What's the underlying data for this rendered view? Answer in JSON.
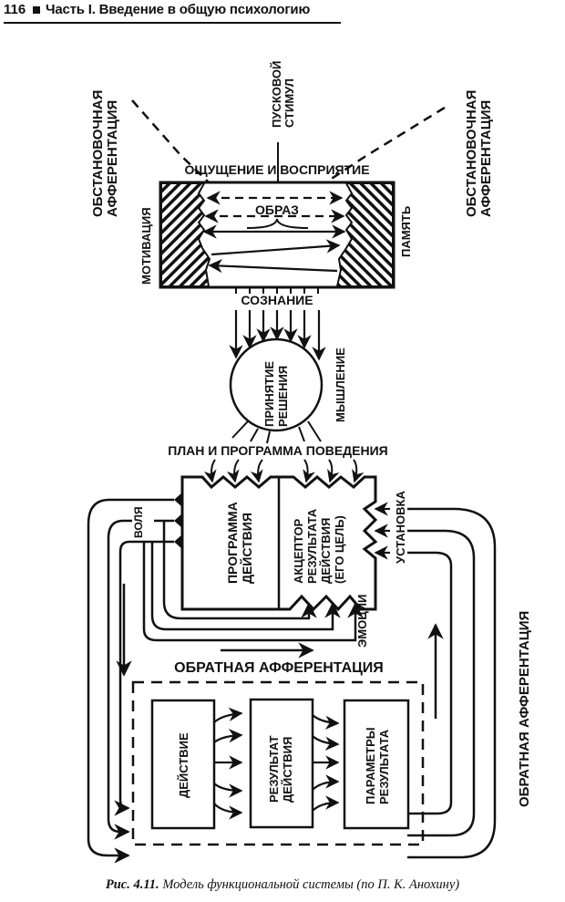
{
  "header": {
    "page_number": "116",
    "title": "Часть I. Введение в общую психологию"
  },
  "diagram": {
    "labels": {
      "situational_afferentation_left": [
        "ОБСТАНОВОЧНАЯ",
        "АФФЕРЕНТАЦИЯ"
      ],
      "situational_afferentation_right": [
        "ОБСТАНОВОЧНАЯ",
        "АФФЕРЕНТАЦИЯ"
      ],
      "trigger_stimulus": [
        "ПУСКОВОЙ",
        "СТИМУЛ"
      ],
      "sensation_perception": "ОЩУЩЕНИЕ И ВОСПРИЯТИЕ",
      "image": "ОБРАЗ",
      "motivation": "МОТИВАЦИЯ",
      "memory": "ПАМЯТЬ",
      "consciousness": "СОЗНАНИЕ",
      "decision_making": [
        "ПРИНЯТИЕ",
        "РЕШЕНИЯ"
      ],
      "thinking": "МЫШЛЕНИЕ",
      "plan_program": "ПЛАН И ПРОГРАММА ПОВЕДЕНИЯ",
      "action_program": [
        "ПРОГРАММА",
        "ДЕЙСТВИЯ"
      ],
      "result_acceptor": [
        "АКЦЕПТОР",
        "РЕЗУЛЬТАТА",
        "ДЕЙСТВИЯ",
        "(ЕГО ЦЕЛЬ)"
      ],
      "will": "ВОЛЯ",
      "set": "УСТАНОВКА",
      "emotions": "ЭМОЦИИ",
      "feedback_afferentation_h": "ОБРАТНАЯ АФФЕРЕНТАЦИЯ",
      "feedback_afferentation_v": "ОБРАТНАЯ АФФЕРЕНТАЦИЯ",
      "action": "ДЕЙСТВИЕ",
      "action_result": [
        "РЕЗУЛЬТАТ",
        "ДЕЙСТВИЯ"
      ],
      "result_parameters": [
        "ПАРАМЕТРЫ",
        "РЕЗУЛЬТАТА"
      ]
    }
  },
  "caption": {
    "figure_number": "Рис. 4.11.",
    "text": "Модель функциональной системы (по П. К. Анохину)"
  }
}
